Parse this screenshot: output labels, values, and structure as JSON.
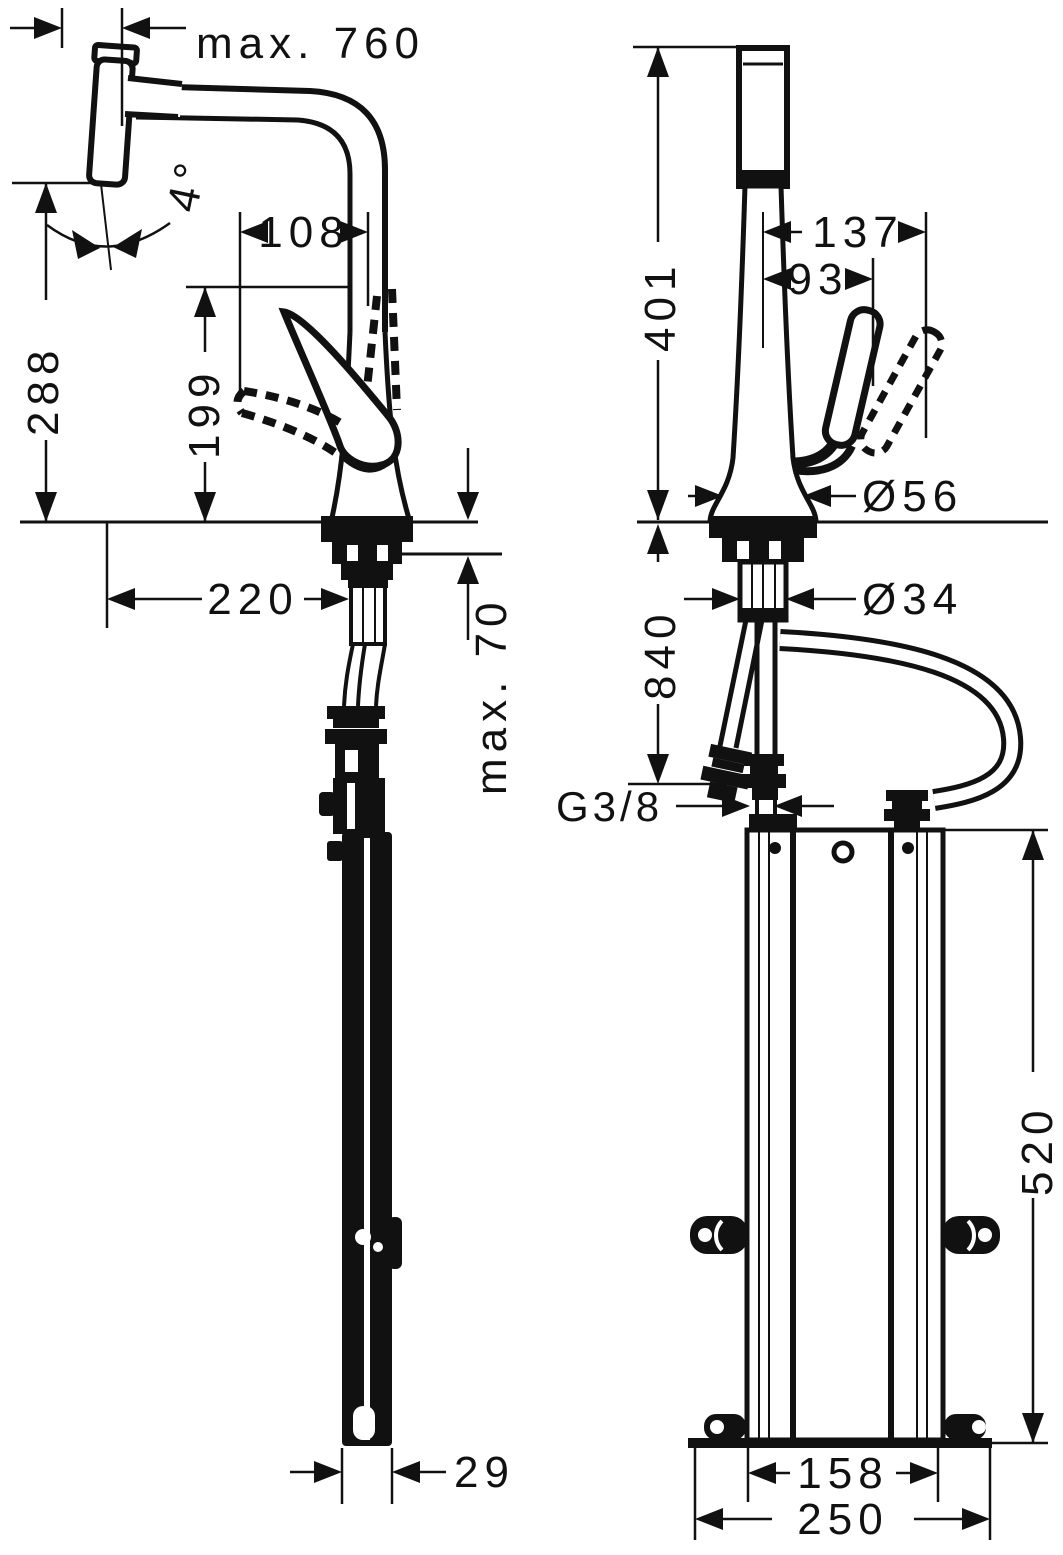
{
  "colors": {
    "ink": "#111111",
    "paper": "#ffffff"
  },
  "views": {
    "side_view": {
      "name": "faucet side view with pull-out spray",
      "dims": {
        "max_pullout": "max. 760",
        "angle": "4°",
        "spout_height": "288",
        "handle_height": "199",
        "handle_reach": "108",
        "spout_reach": "220",
        "max_counter": "max. 70",
        "hose_dia": "29"
      }
    },
    "front_view": {
      "name": "faucet front view with sBox installation unit",
      "dims": {
        "height_above": "401",
        "handle_swing_max": "137",
        "handle_swing": "93",
        "base_dia": "Ø56",
        "shank_dia": "Ø34",
        "hose_below": "840",
        "thread": "G3/8",
        "box_height": "520",
        "box_feet": "158",
        "base_plate": "250"
      }
    }
  }
}
